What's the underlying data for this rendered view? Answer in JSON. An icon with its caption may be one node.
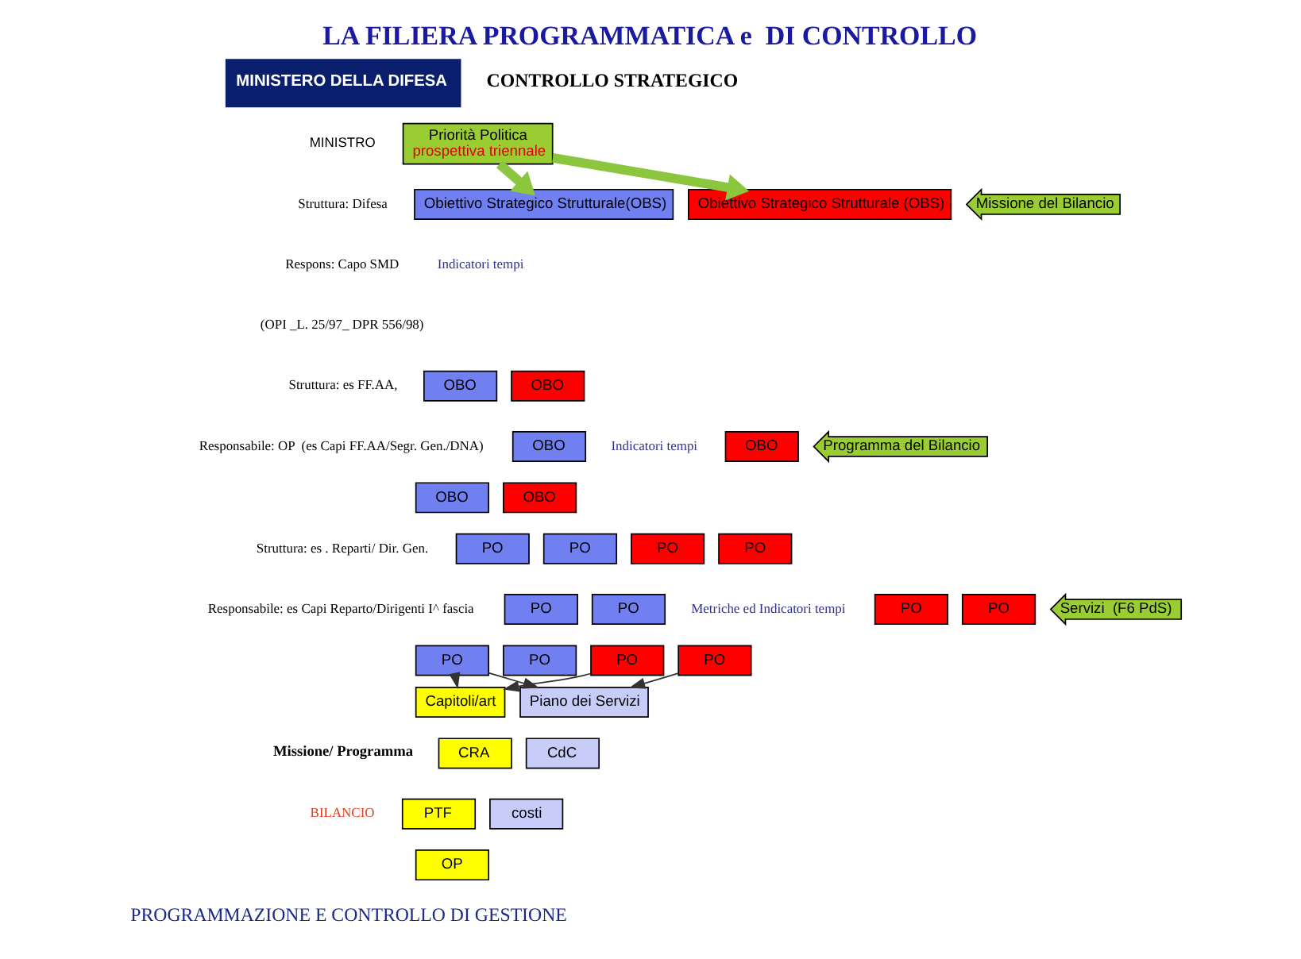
{
  "diagram": {
    "title": "LA FILIERA PROGRAMMATICA e  DI CONTROLLO",
    "nodes": [
      {
        "text": [
          "Priorità Politica",
          "prospettiva triennale"
        ]
      },
      {
        "text": [
          "Obiettivo Strategico Strutturale(OBS)"
        ]
      },
      {
        "text": [
          "Obiettivo Strategico Strutturale (OBS)"
        ]
      },
      {
        "text": [
          "Missione del Bilancio"
        ]
      },
      {
        "text": [
          "OBO"
        ]
      },
      {
        "text": [
          "OBO"
        ]
      },
      {
        "text": [
          "OBO"
        ]
      },
      {
        "text": [
          "OBO"
        ]
      },
      {
        "text": [
          "OBO"
        ]
      },
      {
        "text": [
          "OBO"
        ]
      },
      {
        "text": [
          "Programma del Bilancio"
        ]
      },
      {
        "text": [
          "PO"
        ]
      },
      {
        "text": [
          "PO"
        ]
      },
      {
        "text": [
          "PO"
        ]
      },
      {
        "text": [
          "PO"
        ]
      },
      {
        "text": [
          "PO"
        ]
      },
      {
        "text": [
          "PO"
        ]
      },
      {
        "text": [
          "PO"
        ]
      },
      {
        "text": [
          "PO"
        ]
      },
      {
        "text": [
          "PO"
        ]
      },
      {
        "text": [
          "PO"
        ]
      },
      {
        "text": [
          "PO"
        ]
      },
      {
        "text": [
          "PO"
        ]
      },
      {
        "text": [
          "Servizi  (F6 PdS)"
        ]
      },
      {
        "text": [
          "Capitoli/art"
        ]
      },
      {
        "text": [
          "CRA"
        ]
      },
      {
        "text": [
          "PTF"
        ]
      },
      {
        "text": [
          "OP"
        ]
      },
      {
        "text": [
          "Piano dei Servizi"
        ]
      },
      {
        "text": [
          "CdC"
        ]
      },
      {
        "text": [
          "costi"
        ]
      }
    ],
    "edges": [
      {
        "from": 0,
        "to": 1,
        "arrow": "to",
        "style": "thick",
        "color": "#8cc63f"
      },
      {
        "from": 0,
        "to": 2,
        "arrow": "to",
        "style": "thick",
        "color": "#8cc63f"
      },
      {
        "from": 13,
        "to": 24,
        "arrow": "to",
        "color": "#333333"
      },
      {
        "from": 13,
        "to": 28,
        "arrow": "to",
        "color": "#333333"
      },
      {
        "from": 19,
        "to": 24,
        "arrow": "to",
        "color": "#333333"
      },
      {
        "from": 22,
        "to": 28,
        "arrow": "to",
        "color": "#333333"
      }
    ],
    "labels": [
      "MINISTERO DELLA DIFESA",
      "CONTROLLO STRATEGICO",
      "MINISTRO",
      "Struttura: Difesa",
      "Respons: Capo SMD",
      "(OPI _L. 25/97_ DPR 556/98)",
      "Indicatori tempi",
      "Struttura: es FF.AA,",
      "Responsabile: OP  (es Capi FF.AA/Segr. Gen./DNA)",
      "Indicatori tempi",
      "Struttura: es . Reparti/ Dir. Gen.",
      "Responsabile: es Capi Reparto/Dirigenti I^ fascia",
      "Metriche ed Indicatori tempi",
      "Missione/ Programma",
      "BILANCIO",
      "PROGRAMMAZIONE E CONTROLLO DI GESTIONE"
    ]
  }
}
